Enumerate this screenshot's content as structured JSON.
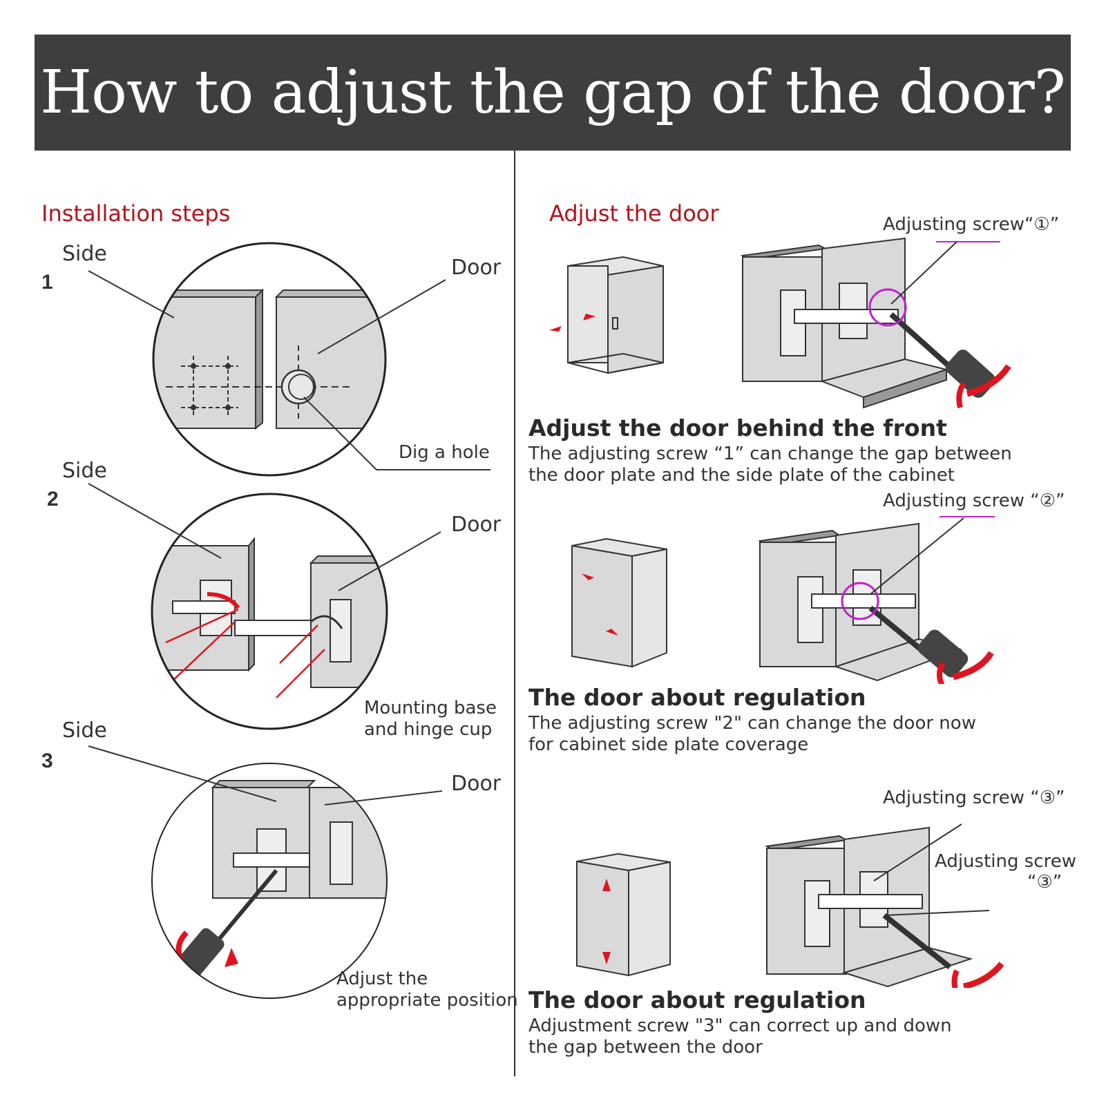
{
  "title": "How to adjust the gap of the door?",
  "left": {
    "heading": "Installation steps",
    "steps": [
      {
        "number": "1",
        "side": "Side",
        "door": "Door",
        "callout": "Dig a hole"
      },
      {
        "number": "2",
        "side": "Side",
        "door": "Door",
        "callout_line1": "Mounting base",
        "callout_line2": "and hinge cup"
      },
      {
        "number": "3",
        "side": "Side",
        "door": "Door",
        "callout_line1": "Adjust the",
        "callout_line2": "appropriate position"
      }
    ]
  },
  "right": {
    "heading": "Adjust the door",
    "sections": [
      {
        "screw_label": "Adjusting screw“①”",
        "title": "Adjust the door behind the front",
        "desc_line1": "The adjusting screw  “1”  can change the gap between",
        "desc_line2": "the door plate and the side plate of the cabinet"
      },
      {
        "screw_label": "Adjusting screw “②”",
        "title": "The door about regulation",
        "desc_line1": "The adjusting screw \"2\" can change the door now",
        "desc_line2": "for cabinet side plate coverage"
      },
      {
        "screw_label": "Adjusting screw “③”",
        "screw_label_b1": "Adjusting screw",
        "screw_label_b2": "“③”",
        "title": "The door about regulation",
        "desc_line1": "Adjustment screw \"3\" can correct up and down",
        "desc_line2": "the gap between the door"
      }
    ]
  },
  "colors": {
    "banner": "#3d3f3e",
    "heading_red": "#b5121b",
    "arrow_red": "#e0141e",
    "highlight": "#c020d0",
    "panel_gray": "#d9d9d9"
  }
}
